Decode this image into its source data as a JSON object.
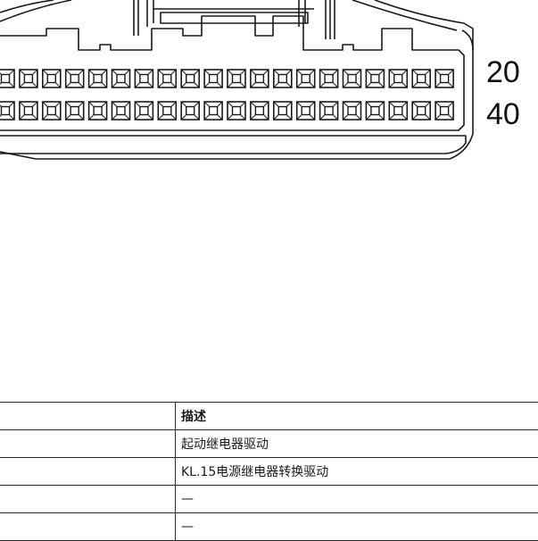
{
  "diagram": {
    "pin_label_top": "20",
    "pin_label_bottom": "40",
    "pins_per_row": 20
  },
  "table": {
    "header": {
      "col_a": "",
      "col_b": "描述"
    },
    "rows": [
      {
        "col_a": "",
        "col_b": "起动继电器驱动"
      },
      {
        "col_a": "",
        "col_b": "KL.15电源继电器转换驱动"
      },
      {
        "col_a": "",
        "col_b": "—"
      },
      {
        "col_a": "",
        "col_b": "—"
      }
    ]
  }
}
